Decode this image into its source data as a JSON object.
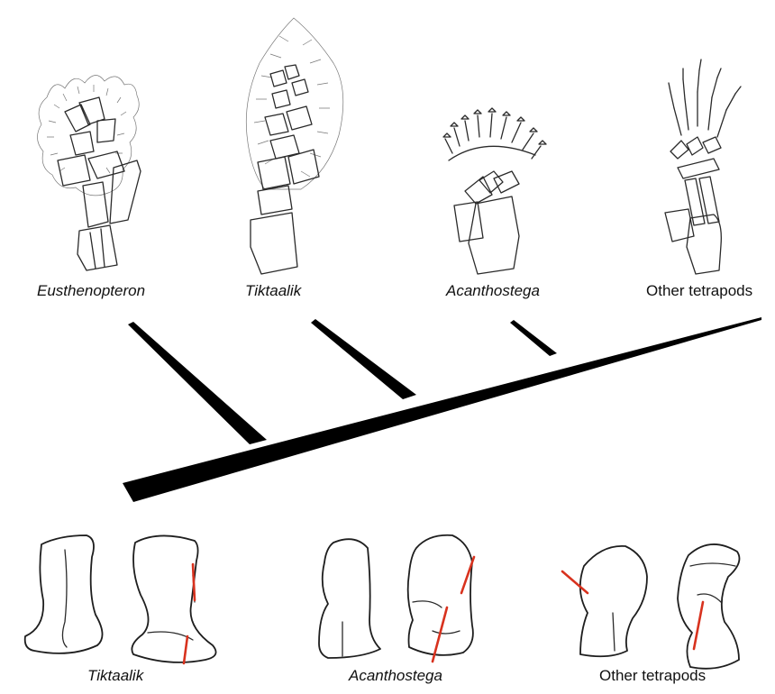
{
  "top_labels": {
    "eusthenopteron": "Eusthenopteron",
    "tiktaalik": "Tiktaalik",
    "acanthostega": "Acanthostega",
    "other_tetrapods": "Other tetrapods"
  },
  "bottom_labels": {
    "tiktaalik": "Tiktaalik",
    "acanthostega": "Acanthostega",
    "other_tetrapods": "Other tetrapods"
  },
  "colors": {
    "line": "#111111",
    "highlight": "#d8321e",
    "background": "#ffffff"
  },
  "icons": [
    "fin-skeleton-icon",
    "limb-skeleton-icon",
    "humerus-bone-icon"
  ]
}
